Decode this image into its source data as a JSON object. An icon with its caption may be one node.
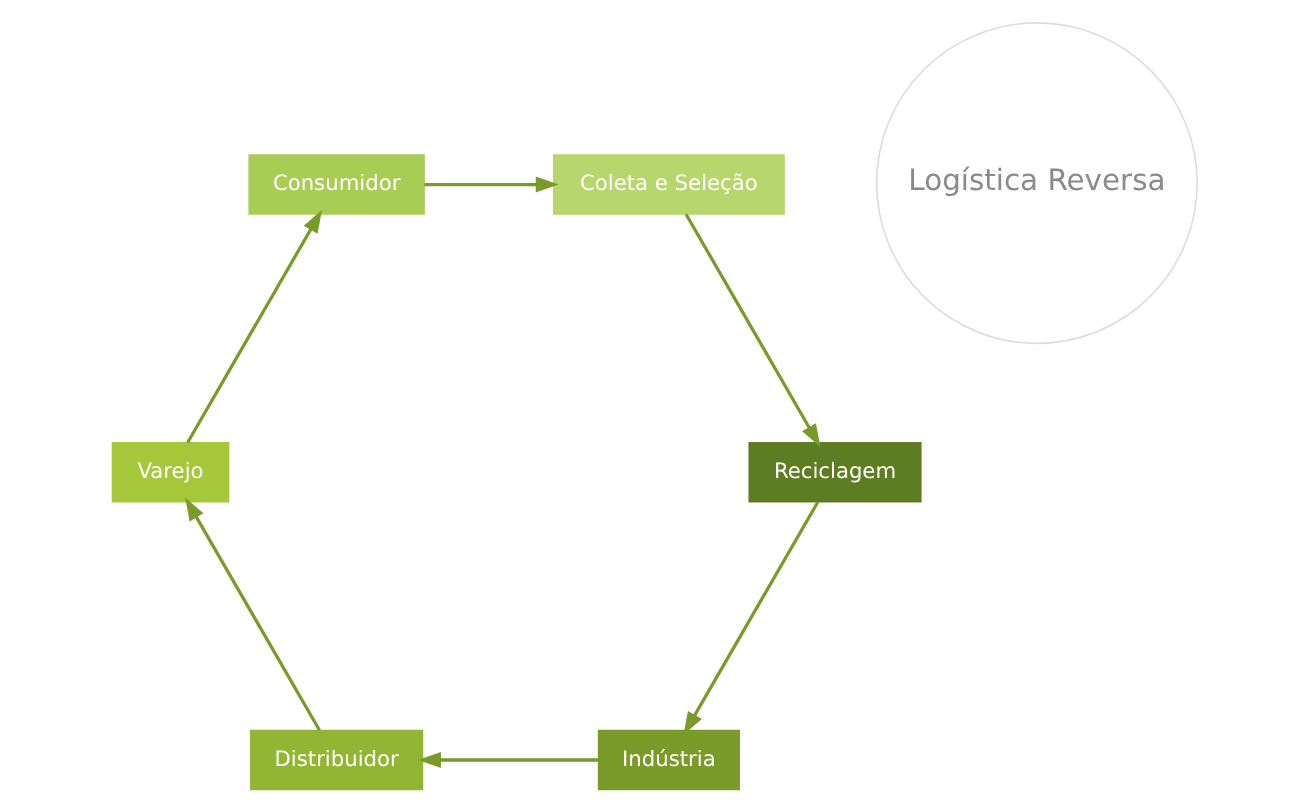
{
  "diagram": {
    "nodes": [
      {
        "text": [
          "Logística Reversa"
        ]
      },
      {
        "text": [
          "Indústria"
        ]
      },
      {
        "text": [
          "Reciclagem"
        ]
      },
      {
        "text": [
          "Distribuidor"
        ]
      },
      {
        "text": [
          "Coleta e Seleção"
        ]
      },
      {
        "text": [
          "Varejo"
        ]
      },
      {
        "text": [
          "Consumidor"
        ]
      }
    ],
    "edges": [
      {
        "from": 1,
        "to": 3,
        "arrow": "to"
      },
      {
        "from": 3,
        "to": 5,
        "arrow": "to"
      },
      {
        "from": 5,
        "to": 6,
        "arrow": "to"
      },
      {
        "from": 6,
        "to": 4,
        "arrow": "to"
      },
      {
        "from": 4,
        "to": 2,
        "arrow": "to"
      },
      {
        "from": 2,
        "to": 1,
        "arrow": "to"
      }
    ]
  }
}
